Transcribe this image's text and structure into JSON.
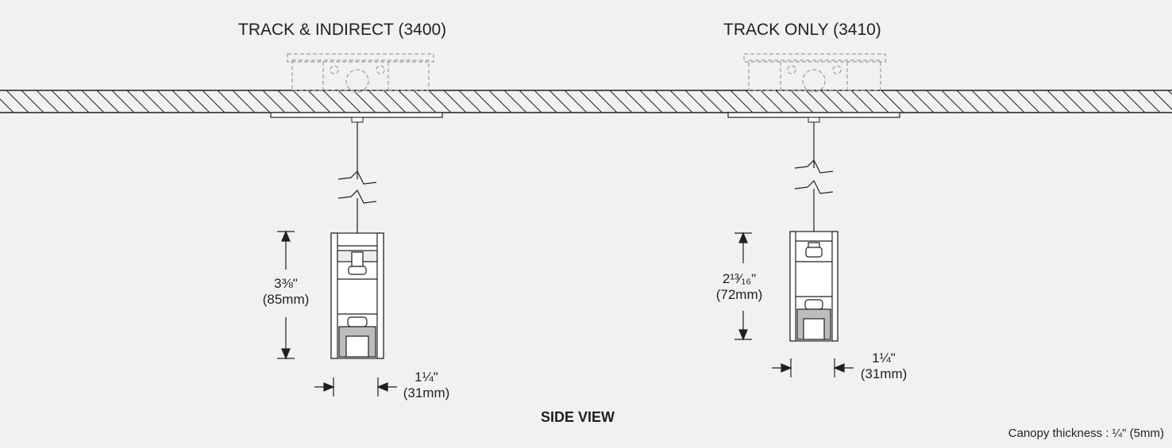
{
  "titles": {
    "left": "TRACK & INDIRECT (3400)",
    "right": "TRACK ONLY (3410)"
  },
  "left": {
    "height_imperial": "3⅜\"",
    "height_metric": "(85mm)",
    "width_imperial": "1¼\"",
    "width_metric": "(31mm)"
  },
  "right": {
    "height_imperial": "2¹³⁄₁₆\"",
    "height_metric": "(72mm)",
    "width_imperial": "1¼\"",
    "width_metric": "(31mm)"
  },
  "view_label": "SIDE VIEW",
  "note": "Canopy thickness : ¼\" (5mm)",
  "colors": {
    "background": "#f1f1f2",
    "line": "#231f20",
    "hidden": "#9d9d9f"
  }
}
